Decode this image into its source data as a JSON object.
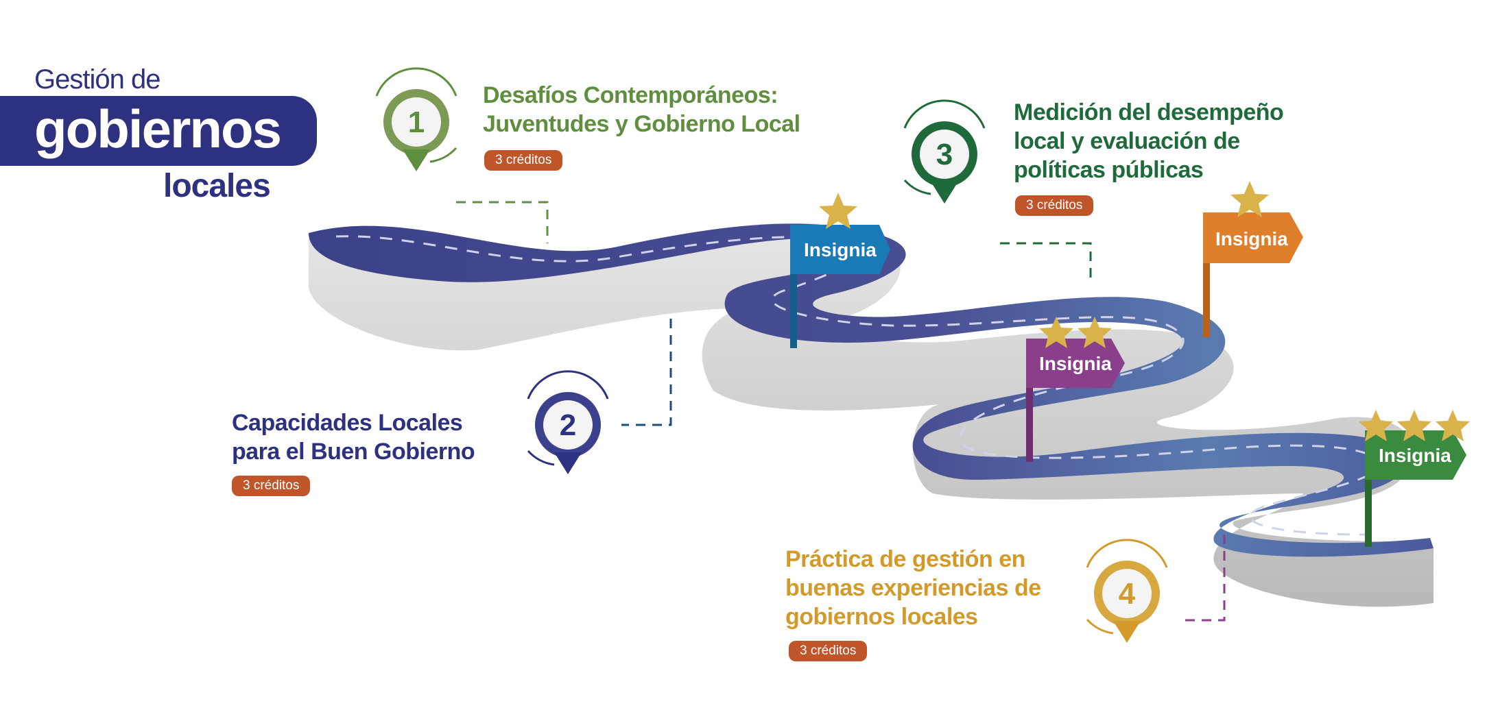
{
  "header": {
    "title_line1": "Gestión de",
    "title_line2": "gobiernos",
    "title_line3": "locales"
  },
  "colors": {
    "navy": "#2e3180",
    "green_light": "#5f8f3e",
    "green_dark": "#1f6a3b",
    "gold": "#d39a2b",
    "credit_badge": "#c0552a",
    "road": "#43478a",
    "road_side": "#d2d2d2",
    "flag_blue": "#1a7ab8",
    "flag_orange": "#e07f2a",
    "flag_purple": "#8a3f8a",
    "flag_green": "#3a8a3f",
    "star": "#d9b24a"
  },
  "courses": [
    {
      "number": "1",
      "title": "Desafíos Contemporáneos:\n Juventudes y Gobierno Local",
      "credits": "3 créditos"
    },
    {
      "number": "2",
      "title": "Capacidades Locales\npara el Buen Gobierno",
      "credits": "3 créditos"
    },
    {
      "number": "3",
      "title": "Medición del desempeño\nlocal y evaluación de\npolíticas públicas",
      "credits": "3 créditos"
    },
    {
      "number": "4",
      "title": "Práctica de gestión en\nbuenas experiencias de\ngobiernos locales",
      "credits": "3 créditos"
    }
  ],
  "badges": [
    {
      "label": "Insignia",
      "stars": 1,
      "color": "#1a7ab8"
    },
    {
      "label": "Insignia",
      "stars": 2,
      "color": "#8a3f8a"
    },
    {
      "label": "Insignia",
      "stars": 1,
      "color": "#e07f2a"
    },
    {
      "label": "Insignia",
      "stars": 3,
      "color": "#3a8a3f"
    }
  ]
}
